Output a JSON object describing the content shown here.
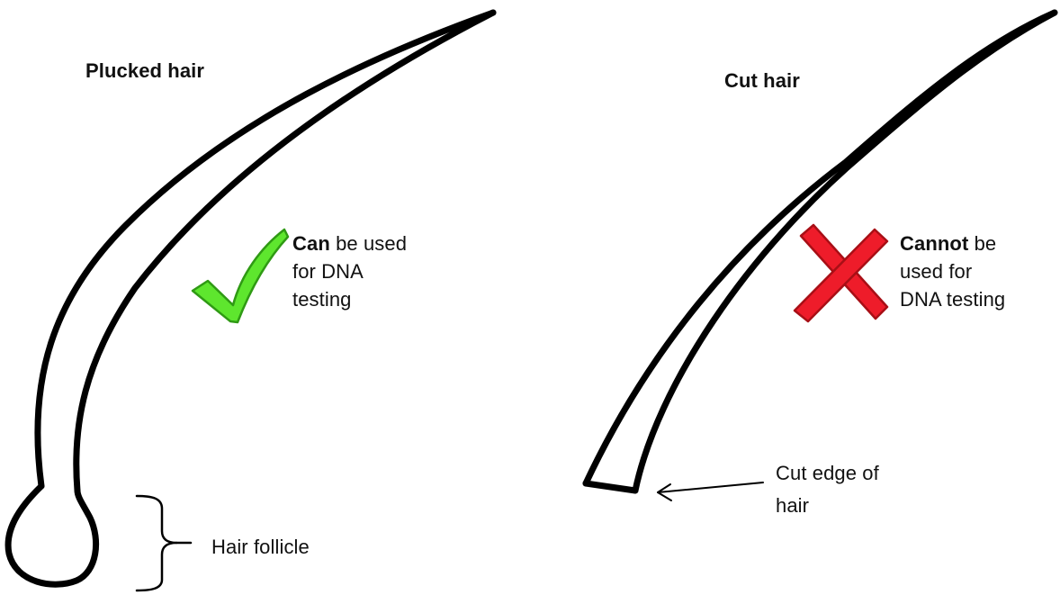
{
  "left_panel": {
    "title": "Plucked hair",
    "verdict_bold": "Can",
    "verdict_line1_rest": " be used",
    "verdict_line2": "for DNA",
    "verdict_line3": "testing",
    "follicle_label": "Hair follicle"
  },
  "right_panel": {
    "title": "Cut hair",
    "verdict_bold": "Cannot",
    "verdict_line1_rest": " be",
    "verdict_line2": "used for",
    "verdict_line3": "DNA testing",
    "cut_label_line1": "Cut edge of",
    "cut_label_line2": "hair"
  },
  "icons": {
    "check": "check-mark-icon",
    "cross": "cross-mark-icon"
  },
  "colors": {
    "check_fill": "#5ee62e",
    "check_stroke": "#2f9a14",
    "cross_fill": "#ee1c2a",
    "cross_stroke": "#a80f16",
    "ink": "#000000"
  }
}
